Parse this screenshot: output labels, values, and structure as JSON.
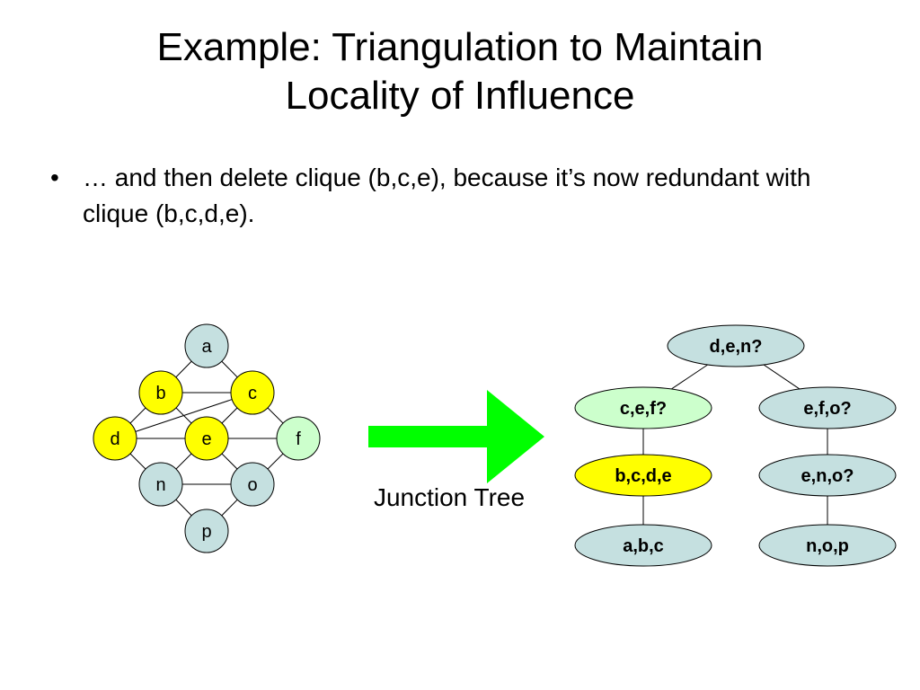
{
  "title": {
    "line1": "Example: Triangulation to Maintain",
    "line2": "Locality of Influence"
  },
  "bullet": {
    "marker": "•",
    "text": "… and then delete clique (b,c,e), because it’s now redundant with clique (b,c,d,e)."
  },
  "graph": {
    "nodes": [
      {
        "id": "a",
        "label": "a",
        "fill": "#c5e0e0"
      },
      {
        "id": "b",
        "label": "b",
        "fill": "#ffff00"
      },
      {
        "id": "c",
        "label": "c",
        "fill": "#ffff00"
      },
      {
        "id": "d",
        "label": "d",
        "fill": "#ffff00"
      },
      {
        "id": "e",
        "label": "e",
        "fill": "#ffff00"
      },
      {
        "id": "f",
        "label": "f",
        "fill": "#ccffcc"
      },
      {
        "id": "n",
        "label": "n",
        "fill": "#c5e0e0"
      },
      {
        "id": "o",
        "label": "o",
        "fill": "#c5e0e0"
      },
      {
        "id": "p",
        "label": "p",
        "fill": "#c5e0e0"
      }
    ],
    "edges": [
      [
        "a",
        "b"
      ],
      [
        "a",
        "c"
      ],
      [
        "b",
        "c"
      ],
      [
        "b",
        "d"
      ],
      [
        "b",
        "e"
      ],
      [
        "c",
        "d"
      ],
      [
        "c",
        "e"
      ],
      [
        "d",
        "e"
      ],
      [
        "e",
        "f"
      ],
      [
        "d",
        "n"
      ],
      [
        "n",
        "e"
      ],
      [
        "c",
        "f"
      ],
      [
        "e",
        "o"
      ],
      [
        "f",
        "o"
      ],
      [
        "n",
        "o"
      ],
      [
        "n",
        "p"
      ],
      [
        "o",
        "p"
      ]
    ]
  },
  "arrow_color": "#00ff00",
  "caption": "Junction Tree",
  "tree": {
    "nodes": [
      {
        "id": "den",
        "label": "d,e,n?",
        "fill": "#c5e0e0"
      },
      {
        "id": "cef",
        "label": "c,e,f?",
        "fill": "#ccffcc"
      },
      {
        "id": "efo",
        "label": "e,f,o?",
        "fill": "#c5e0e0"
      },
      {
        "id": "bcde",
        "label": "b,c,d,e",
        "fill": "#ffff00"
      },
      {
        "id": "eno",
        "label": "e,n,o?",
        "fill": "#c5e0e0"
      },
      {
        "id": "abc",
        "label": "a,b,c",
        "fill": "#c5e0e0"
      },
      {
        "id": "nop",
        "label": "n,o,p",
        "fill": "#c5e0e0"
      }
    ],
    "edges": [
      [
        "den",
        "cef"
      ],
      [
        "den",
        "efo"
      ],
      [
        "cef",
        "bcde"
      ],
      [
        "bcde",
        "abc"
      ],
      [
        "efo",
        "eno"
      ],
      [
        "eno",
        "nop"
      ]
    ]
  }
}
